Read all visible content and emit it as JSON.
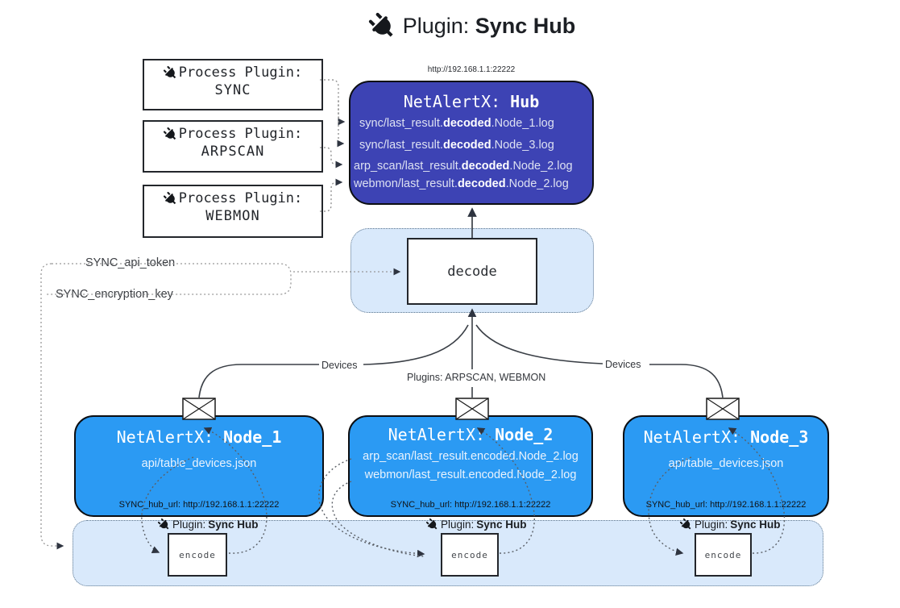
{
  "title": {
    "label": "Plugin:",
    "name": "Sync Hub"
  },
  "process_plugins": {
    "items": [
      {
        "label": "Process Plugin:",
        "name": "SYNC"
      },
      {
        "label": "Process Plugin:",
        "name": "ARPSCAN"
      },
      {
        "label": "Process Plugin:",
        "name": "WEBMON"
      }
    ]
  },
  "hub": {
    "url": "http://192.168.1.1:22222",
    "name_label": "NetAlertX:",
    "name": "Hub",
    "logs": [
      {
        "pre": "sync/last_result.",
        "em": "decoded",
        "post": ".Node_1.log"
      },
      {
        "pre": "sync/last_result.",
        "em": "decoded",
        "post": ".Node_3.log"
      },
      {
        "pre": "arp_scan/last_result.",
        "em": "decoded",
        "post": ".Node_2.log"
      },
      {
        "pre": "webmon/last_result.",
        "em": "decoded",
        "post": ".Node_2.log"
      }
    ]
  },
  "decode_box": {
    "label": "decode"
  },
  "settings": {
    "api_token": "SYNC_api_token",
    "encryption_key": "SYNC_encryption_key"
  },
  "edge_labels": {
    "devices_left": "Devices",
    "plugins": "Plugins: ARPSCAN, WEBMON",
    "devices_right": "Devices"
  },
  "nodes": [
    {
      "name_label": "NetAlertX:",
      "name": "Node_1",
      "files": [
        "api/table_devices.json"
      ],
      "hub_url": "SYNC_hub_url: http://192.168.1.1:22222"
    },
    {
      "name_label": "NetAlertX:",
      "name": "Node_2",
      "files": [
        "arp_scan/last_result.encoded.Node_2.log",
        "webmon/last_result.encoded.Node_2.log"
      ],
      "hub_url": "SYNC_hub_url: http://192.168.1.1:22222"
    },
    {
      "name_label": "NetAlertX:",
      "name": "Node_3",
      "files": [
        "api/table_devices.json"
      ],
      "hub_url": "SYNC_hub_url: http://192.168.1.1:22222"
    }
  ],
  "encoders": [
    {
      "label": "Plugin:",
      "name": "Sync Hub",
      "box_label": "encode"
    },
    {
      "label": "Plugin:",
      "name": "Sync Hub",
      "box_label": "encode"
    },
    {
      "label": "Plugin:",
      "name": "Sync Hub",
      "box_label": "encode"
    }
  ],
  "colors": {
    "hub_fill": "#3d43b4",
    "node_fill": "#2b9af3",
    "container_fill": "#d9e9fb"
  }
}
